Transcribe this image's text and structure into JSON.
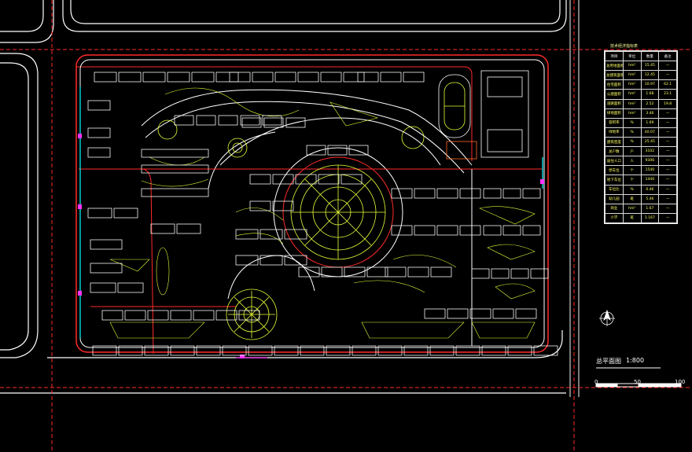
{
  "app": {
    "title": "site plan drawing"
  },
  "colors": {
    "background": "#000000",
    "roads": "#ffffff",
    "buildings": "#f4f4f4",
    "greenery": "#e8ff3a",
    "redline": "#ff2a2a",
    "cyan": "#00ffff",
    "magenta": "#ff33ff"
  },
  "legend": {
    "title": "技术经济指标表",
    "headers": [
      "项目",
      "单位",
      "数量",
      "备注"
    ],
    "rows": [
      [
        "总用地面积",
        "hm²",
        "15.45",
        "—"
      ],
      [
        "总建筑面积",
        "hm²",
        "12.45",
        "—"
      ],
      [
        "住宅面积",
        "hm²",
        "10.97",
        "62.1"
      ],
      [
        "公建面积",
        "hm²",
        "1.68",
        "23.1"
      ],
      [
        "道路面积",
        "hm²",
        "2.52",
        "19.8"
      ],
      [
        "绿地面积",
        "hm²",
        "3.46",
        "—"
      ],
      [
        "容积率",
        "%",
        "1.69",
        "—"
      ],
      [
        "绿地率",
        "%",
        "40.07",
        "—"
      ],
      [
        "建筑密度",
        "%",
        "25.45",
        "—"
      ],
      [
        "总户数",
        "户",
        "3102",
        "—"
      ],
      [
        "居住人口",
        "人",
        "9306",
        "—"
      ],
      [
        "停车位",
        "个",
        "1540",
        "—"
      ],
      [
        "地下车位",
        "个",
        "1440",
        "—"
      ],
      [
        "车位比",
        "%",
        "0.46",
        "—"
      ],
      [
        "幼儿园",
        "班",
        "5.46",
        "—"
      ],
      [
        "商业",
        "hm²",
        "1.67",
        "—"
      ],
      [
        "小学",
        "班",
        "1.167",
        "—"
      ]
    ]
  },
  "drawing": {
    "title": "总平面图",
    "scale": "1:800"
  },
  "scale_bar": {
    "labels": [
      "0",
      "50",
      "100"
    ]
  }
}
